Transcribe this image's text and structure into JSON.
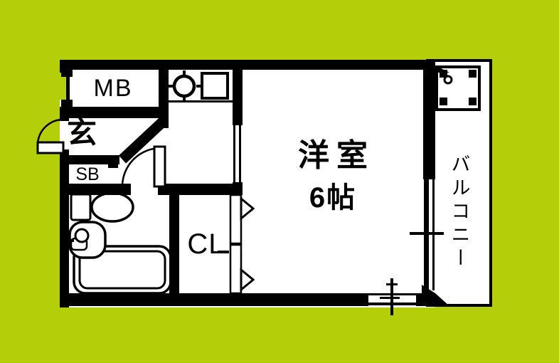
{
  "canvas": {
    "background_color": "#b4ce0a",
    "floor_fill": "#ffffff",
    "wall_color": "#000000"
  },
  "floorplan": {
    "rooms": {
      "meter_box": {
        "label": "MB"
      },
      "entrance": {
        "label": "玄"
      },
      "shoe_box": {
        "label": "SB"
      },
      "closet": {
        "label": "CL"
      },
      "main_room": {
        "label": "洋室",
        "size": "6帖"
      },
      "balcony": {
        "label": "バルコニー"
      }
    },
    "fixtures": [
      "gas-burner",
      "kitchen-sink",
      "toilet",
      "wash-basin",
      "bathtub",
      "washing-machine-pan",
      "entrance-door",
      "washroom-door",
      "closet-folding-doors",
      "balcony-sliding-door",
      "window"
    ]
  }
}
